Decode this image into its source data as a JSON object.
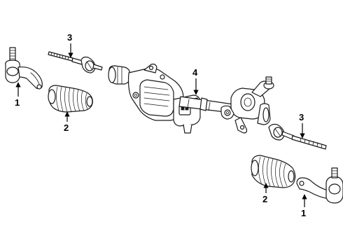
{
  "callouts": {
    "tie_rod_end_left": "1",
    "tie_rod_end_right": "1",
    "boot_left": "2",
    "boot_right": "2",
    "inner_tie_rod_left": "3",
    "inner_tie_rod_right": "3",
    "steering_gear": "4"
  },
  "colors": {
    "line": "#1a1a1a",
    "background": "#ffffff"
  }
}
